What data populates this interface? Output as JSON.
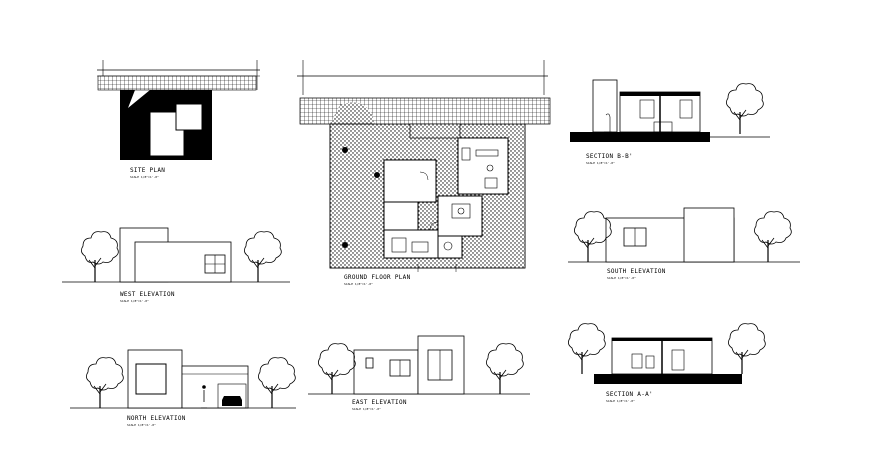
{
  "drawings": {
    "site_plan": {
      "title": "SITE PLAN",
      "scale": "SCALE 1/8\"=1'-0\""
    },
    "ground_floor_plan": {
      "title": "GROUND FLOOR PLAN",
      "scale": "SCALE 1/8\"=1'-0\""
    },
    "section_bb": {
      "title": "SECTION B-B'",
      "scale": "SCALE 1/8\"=1'-0\""
    },
    "west_elevation": {
      "title": "WEST ELEVATION",
      "scale": "SCALE 1/8\"=1'-0\""
    },
    "south_elevation": {
      "title": "SOUTH ELEVATION",
      "scale": "SCALE 1/8\"=1'-0\""
    },
    "north_elevation": {
      "title": "NORTH ELEVATION",
      "scale": "SCALE 1/8\"=1'-0\""
    },
    "east_elevation": {
      "title": "EAST ELEVATION",
      "scale": "SCALE 1/8\"=1'-0\""
    },
    "section_aa": {
      "title": "SECTION A-A'",
      "scale": "SCALE 1/8\"=1'-0\""
    }
  },
  "colors": {
    "line": "#000000",
    "paper": "#ffffff"
  }
}
